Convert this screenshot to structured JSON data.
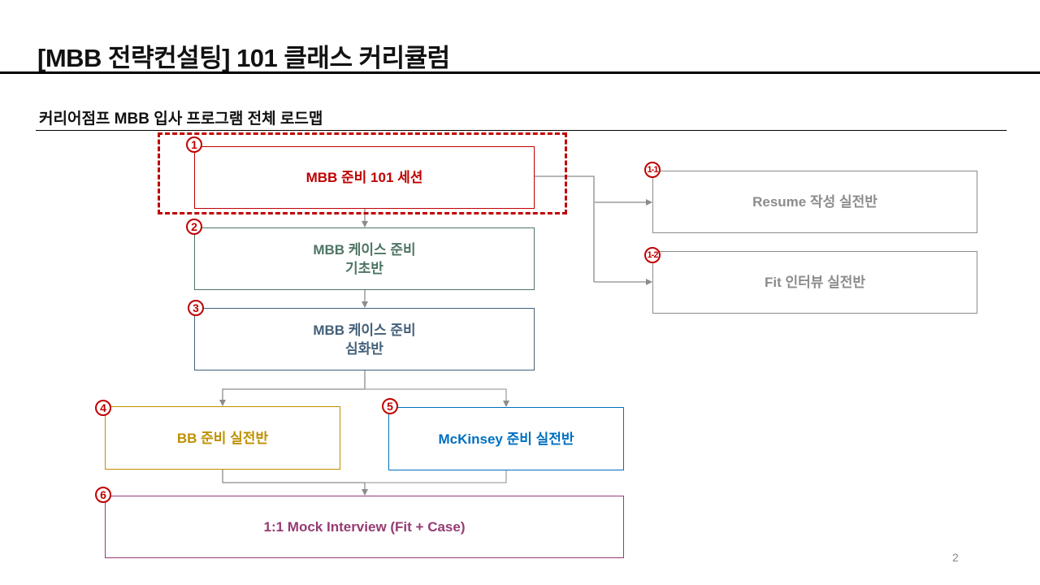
{
  "header": {
    "title": "[MBB 전략컨설팅] 101 클래스 커리큘럼",
    "subtitle": "커리어점프 MBB 입사 프로그램 전체 로드맵"
  },
  "roadmap": {
    "highlighted_step": "1",
    "steps": [
      {
        "id": "1",
        "badge": "1",
        "label": "MBB 준비 101 세션",
        "color": "#c00000"
      },
      {
        "id": "1-1",
        "badge": "1-1",
        "label": "Resume 작성 실전반",
        "color": "#8c8c8c"
      },
      {
        "id": "1-2",
        "badge": "1-2",
        "label": "Fit 인터뷰 실전반",
        "color": "#8c8c8c"
      },
      {
        "id": "2",
        "badge": "2",
        "label": "MBB 케이스 준비\n기초반",
        "color": "#4e7563"
      },
      {
        "id": "3",
        "badge": "3",
        "label": "MBB 케이스 준비\n심화반",
        "color": "#44607a"
      },
      {
        "id": "4",
        "badge": "4",
        "label": "BB 준비 실전반",
        "color": "#bf9000"
      },
      {
        "id": "5",
        "badge": "5",
        "label": "McKinsey 준비 실전반",
        "color": "#0070c0"
      },
      {
        "id": "6",
        "badge": "6",
        "label": "1:1 Mock Interview (Fit + Case)",
        "color": "#953b74"
      }
    ],
    "connections": [
      {
        "from": "1",
        "to": "2"
      },
      {
        "from": "1",
        "to": "1-1"
      },
      {
        "from": "1",
        "to": "1-2"
      },
      {
        "from": "2",
        "to": "3"
      },
      {
        "from": "3",
        "to": "4"
      },
      {
        "from": "3",
        "to": "5"
      },
      {
        "from": "4",
        "to": "6"
      },
      {
        "from": "5",
        "to": "6"
      }
    ],
    "colors": {
      "badge": "#c00000",
      "highlight_border": "#c00000",
      "connector": "#8c8c8c"
    }
  },
  "footer": {
    "page_number": "2"
  }
}
